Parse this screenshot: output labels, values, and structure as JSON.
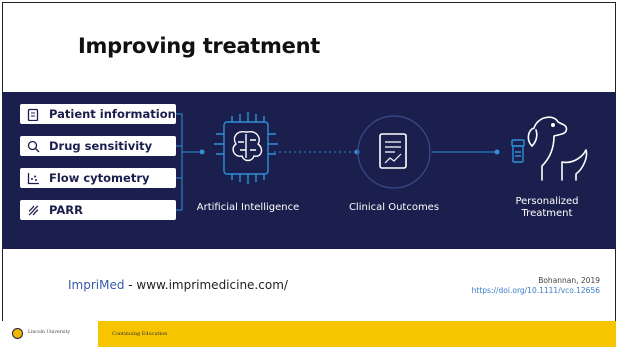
{
  "slide": {
    "title": "Improving treatment"
  },
  "diagram": {
    "inputs": [
      {
        "label": "Patient information",
        "icon": "clipboard-icon"
      },
      {
        "label": "Drug sensitivity",
        "icon": "magnifier-icon"
      },
      {
        "label": "Flow cytometry",
        "icon": "chart-icon"
      },
      {
        "label": "PARR",
        "icon": "dna-icon"
      }
    ],
    "nodes": {
      "ai": "Artificial Intelligence",
      "outcomes": "Clinical Outcomes",
      "personalized_line1": "Personalized",
      "personalized_line2": "Treatment"
    },
    "colors": {
      "banner": "#1b1f4d",
      "accent": "#2f8fd8"
    }
  },
  "footer": {
    "brand": "ImpriMed",
    "site": " - www.imprimedicine.com/",
    "citation": "Bohannan, 2019",
    "doi": "https://doi.org/10.1111/vco.12656"
  },
  "bottom_bar": {
    "university": "Lincoln University",
    "label": "Continuing Education",
    "color": "#f7c500"
  }
}
